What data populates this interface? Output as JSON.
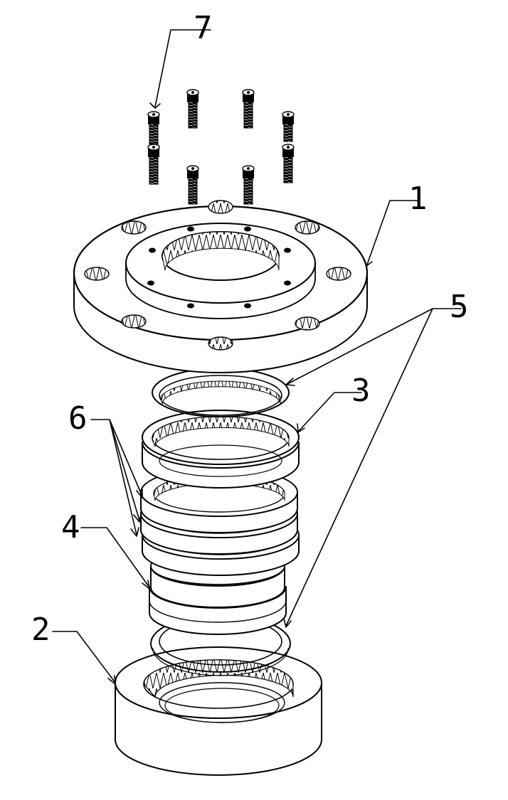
{
  "figure": {
    "type": "exploded-assembly-drawing",
    "line_color": "#000000",
    "background_color": "#ffffff"
  },
  "callouts": [
    {
      "id": "1",
      "label": "1",
      "part": "upper-flange"
    },
    {
      "id": "2",
      "label": "2",
      "part": "base-ring"
    },
    {
      "id": "3",
      "label": "3",
      "part": "upper-bearing-ring"
    },
    {
      "id": "4",
      "label": "4",
      "part": "inner-sleeve"
    },
    {
      "id": "5",
      "label": "5",
      "part": "seal-rings"
    },
    {
      "id": "6",
      "label": "6",
      "part": "stacked-rings"
    },
    {
      "id": "7",
      "label": "7",
      "part": "socket-head-bolts"
    }
  ]
}
